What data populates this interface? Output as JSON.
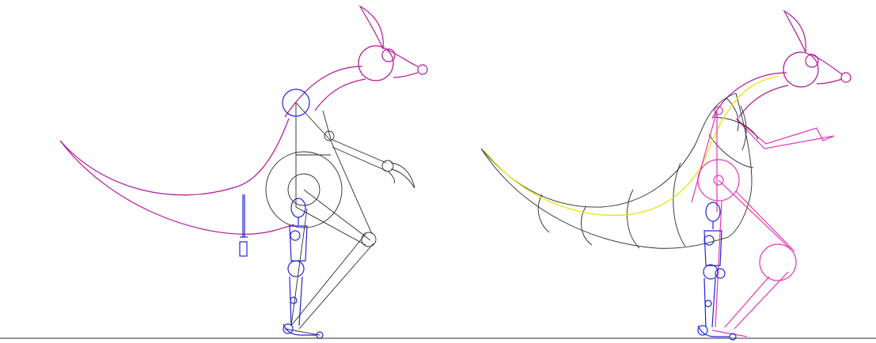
{
  "scene": {
    "description_free": true,
    "colors": {
      "background": "#ffffff",
      "creature_outline": "#b3179b",
      "rig_pink": "#e633b8",
      "armature": "#2a2a2a",
      "human_reference": "#2323d8",
      "spine_curve": "#e8e61a",
      "ground_line": "#555555"
    },
    "figures": [
      {
        "id": "left-figure",
        "layers": [
          "creature_outline",
          "armature",
          "human_reference",
          "scale_marker"
        ]
      },
      {
        "id": "right-figure",
        "layers": [
          "creature_outline",
          "rig_pink",
          "armature",
          "spine_curve",
          "human_reference"
        ]
      }
    ]
  }
}
